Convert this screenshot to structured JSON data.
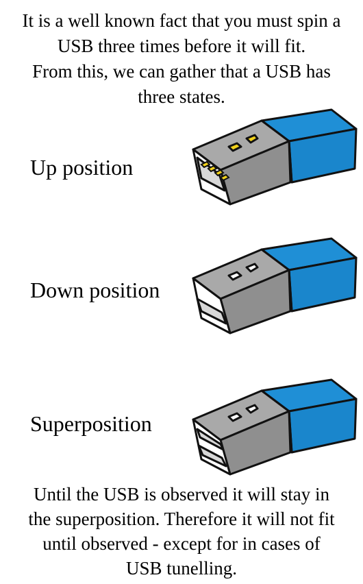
{
  "intro": {
    "line1": "It is a well known fact that you must spin a",
    "line2": "USB three times before it will fit.",
    "line3": "From this, we can gather that a USB has",
    "line4": "three states."
  },
  "states": [
    {
      "label": "Up position",
      "contacts": "visible",
      "icon": "usb-stick-contacts-up-icon"
    },
    {
      "label": "Down position",
      "contacts": "hidden",
      "icon": "usb-stick-contacts-down-icon"
    },
    {
      "label": "Superposition",
      "contacts": "hidden",
      "icon": "usb-stick-superposition-icon"
    }
  ],
  "outro": {
    "line1": "Until the USB is observed it will stay in",
    "line2": "the superposition. Therefore it will not fit",
    "line3": "until observed - except for in cases of",
    "line4": "USB tunelling."
  },
  "colors": {
    "background": "#ffffff",
    "text": "#000000",
    "usb_body_blue": "#1f8fd6",
    "usb_metal": "#a9a9a9",
    "usb_contacts": "#f2d21a"
  }
}
